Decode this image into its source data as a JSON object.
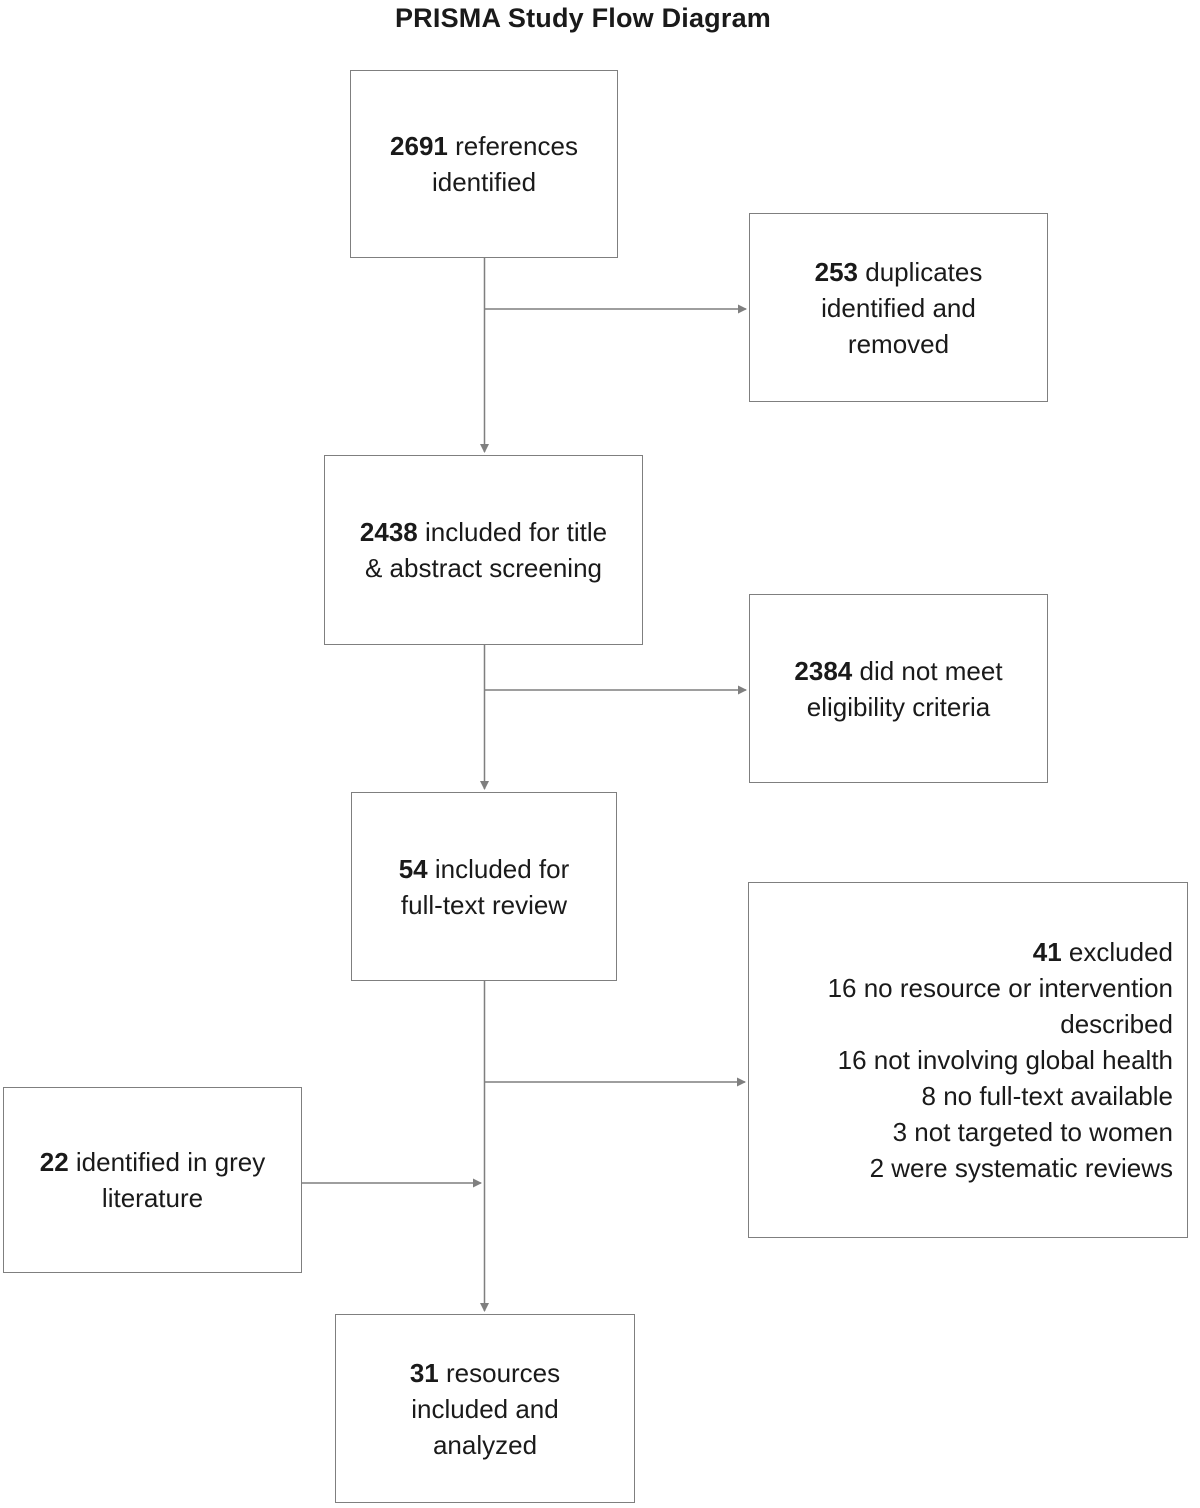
{
  "title": "PRISMA Study Flow Diagram",
  "colors": {
    "background": "#ffffff",
    "box_border": "#7f7f7f",
    "connector": "#7f7f7f",
    "text": "#1a1a1a"
  },
  "boxes": {
    "identified": {
      "lines": [
        {
          "bold": "2691",
          "text": " references"
        },
        {
          "text": "identified"
        }
      ]
    },
    "duplicates": {
      "lines": [
        {
          "bold": "253",
          "text": " duplicates"
        },
        {
          "text": "identified and"
        },
        {
          "text": "removed"
        }
      ]
    },
    "screening": {
      "lines": [
        {
          "bold": "2438",
          "text": " included for title"
        },
        {
          "text": "& abstract screening"
        }
      ]
    },
    "eligibility": {
      "lines": [
        {
          "bold": "2384",
          "text": " did not meet"
        },
        {
          "text": "eligibility criteria"
        }
      ]
    },
    "fulltext": {
      "lines": [
        {
          "bold": "54",
          "text": " included for"
        },
        {
          "text": "full-text review"
        }
      ]
    },
    "excluded": {
      "lines": [
        {
          "bold": "41",
          "text": " excluded"
        },
        {
          "text": "16 no resource or intervention"
        },
        {
          "text": "described"
        },
        {
          "text": "16 not involving global health"
        },
        {
          "text": "8 no full-text available"
        },
        {
          "text": "3 not targeted to women"
        },
        {
          "text": "2 were systematic reviews"
        }
      ]
    },
    "grey_literature": {
      "lines": [
        {
          "bold": "22",
          "text": " identified in grey"
        },
        {
          "text": "literature"
        }
      ]
    },
    "analyzed": {
      "lines": [
        {
          "bold": "31",
          "text": " resources"
        },
        {
          "text": "included and"
        },
        {
          "text": "analyzed"
        }
      ]
    }
  }
}
